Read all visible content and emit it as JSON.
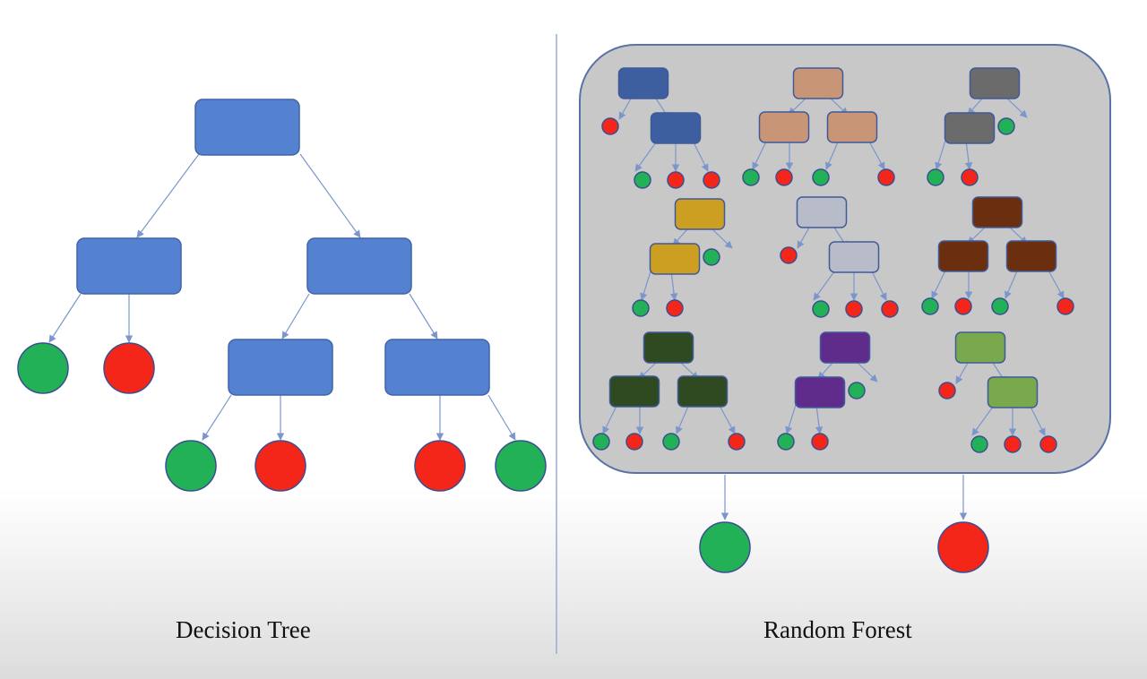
{
  "captions": {
    "left": "Decision Tree",
    "right": "Random Forest"
  },
  "colors": {
    "decision_node": "#5582d0",
    "decision_node_stroke": "#3f65a8",
    "edge": "#7a96cc",
    "leaf_green": "#22b156",
    "leaf_red": "#f4261a",
    "leaf_stroke": "#3a4f90",
    "forest_panel_fill": "#c8c8c8",
    "forest_panel_stroke": "#5a72a8",
    "divider": "#9aaad0",
    "forest_tree_colors": [
      "#3d5fa0",
      "#c99577",
      "#6b6b6b",
      "#cc9f22",
      "#b8bcc8",
      "#6b2f10",
      "#2f4a20",
      "#602c8c",
      "#7aa84c"
    ]
  },
  "forest_outputs": [
    "green",
    "red"
  ]
}
